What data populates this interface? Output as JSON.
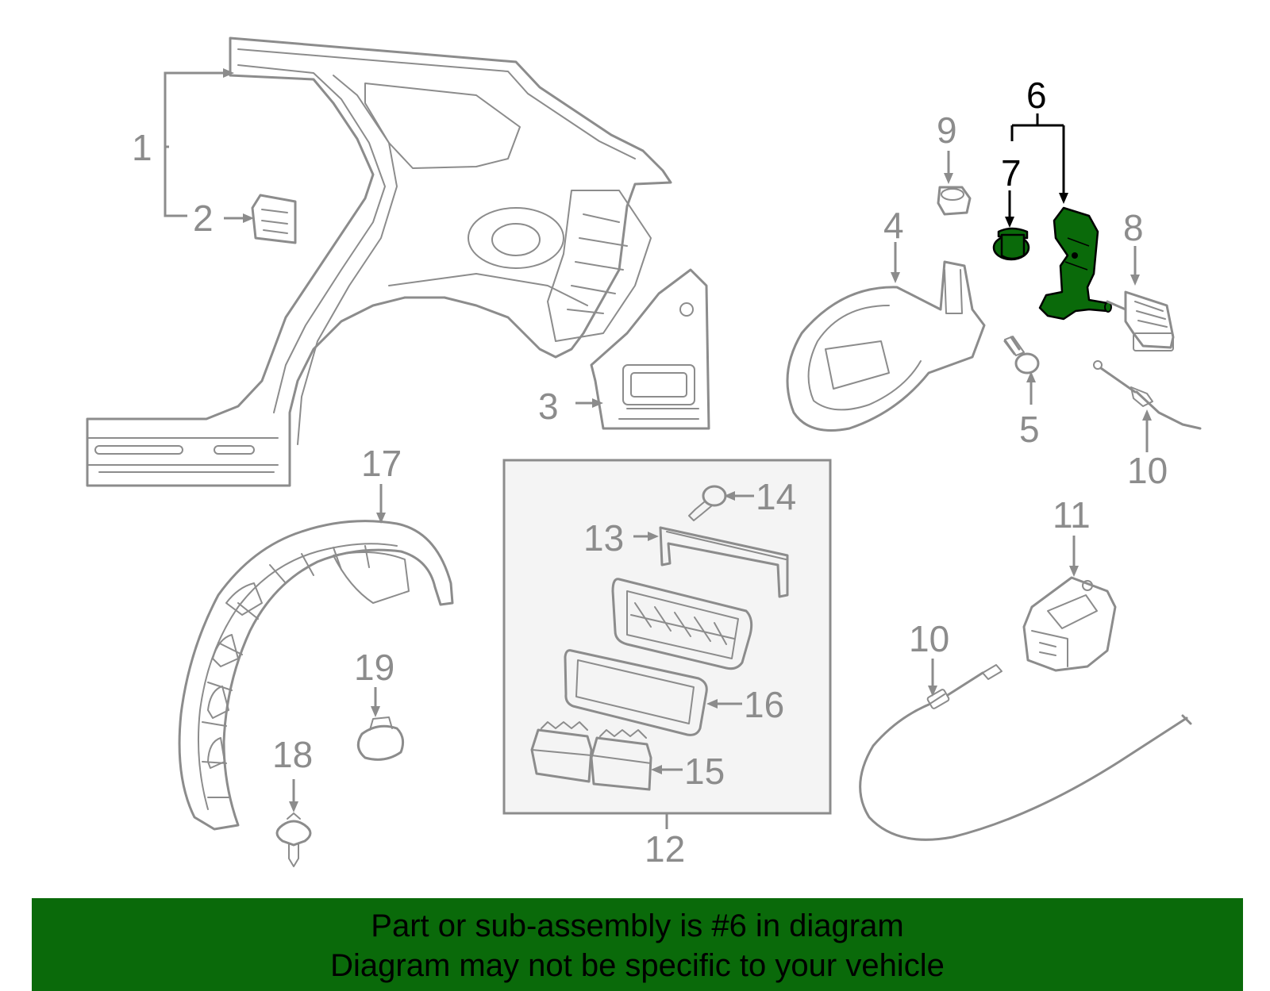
{
  "diagram": {
    "callouts": {
      "c1": "1",
      "c2": "2",
      "c3": "3",
      "c4": "4",
      "c5": "5",
      "c6": "6",
      "c7": "7",
      "c8": "8",
      "c9": "9",
      "c10a": "10",
      "c10b": "10",
      "c11": "11",
      "c12": "12",
      "c13": "13",
      "c14": "14",
      "c15": "15",
      "c16": "16",
      "c17": "17",
      "c18": "18",
      "c19": "19"
    },
    "highlighted_part_number": "6",
    "colors": {
      "line_gray": "#8c8c8c",
      "highlight_green": "#0a6a0a",
      "banner_green": "#0a6a0a",
      "group_box_fill": "#f4f4f4"
    }
  },
  "banner": {
    "line1": "Part or sub-assembly is #6 in diagram",
    "line2": "Diagram may not be specific to your vehicle",
    "background": "#0a6a0a"
  }
}
